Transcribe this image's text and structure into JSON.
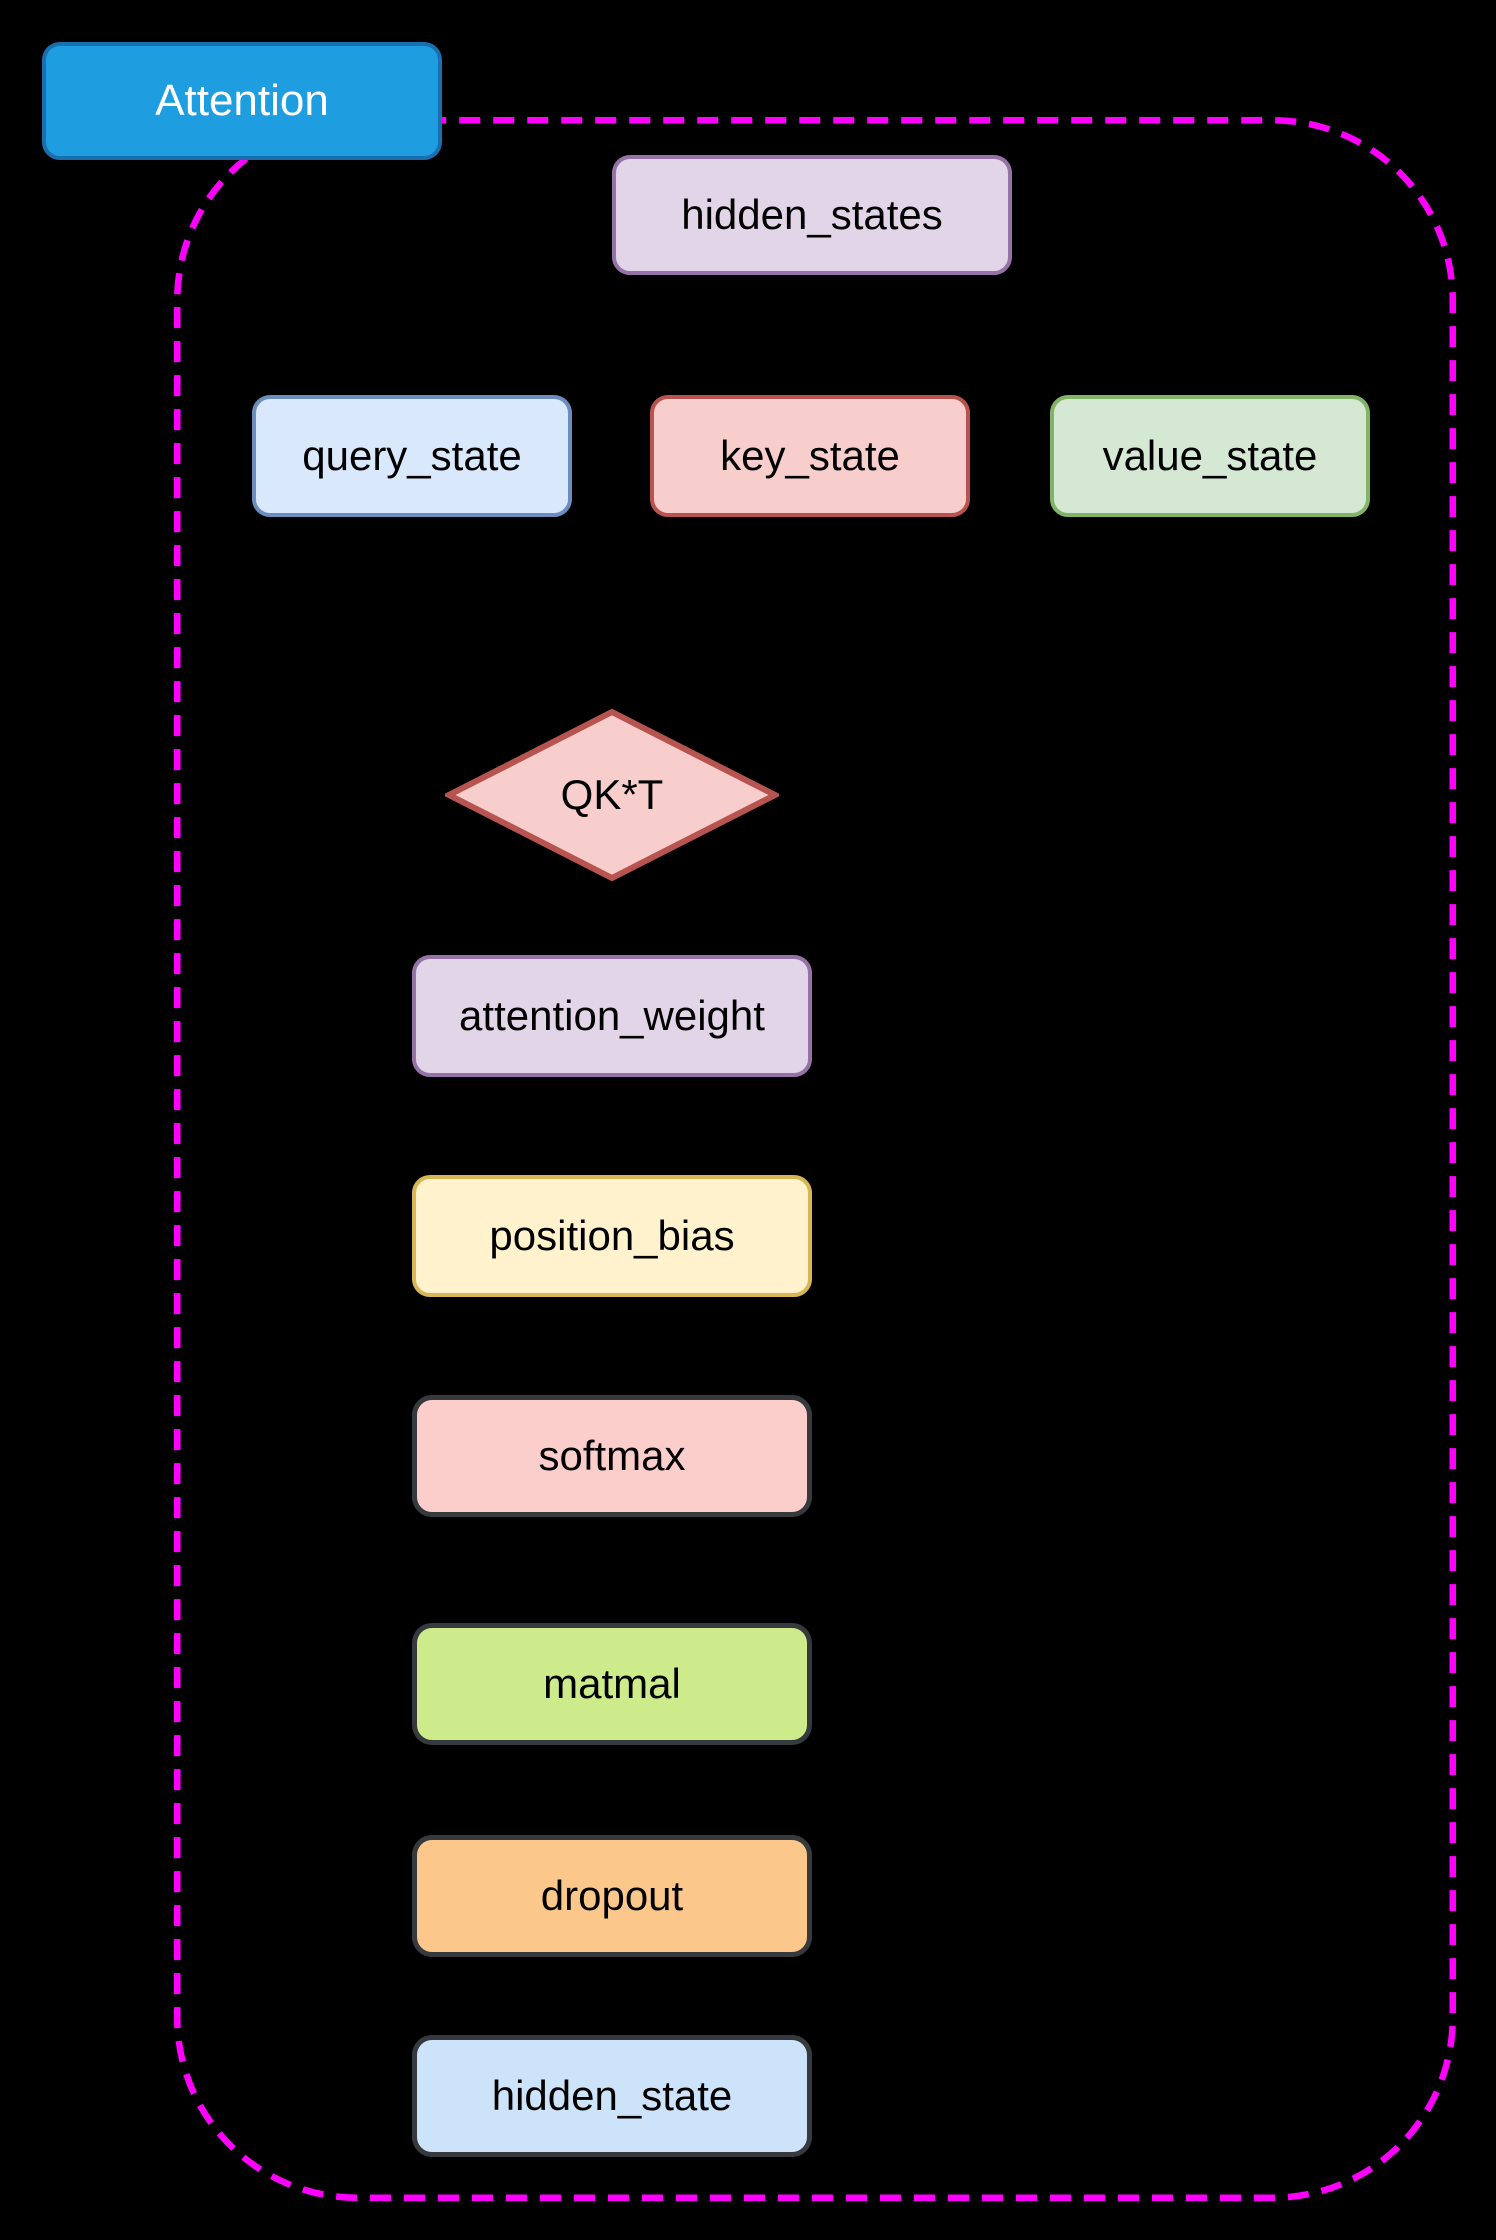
{
  "colors": {
    "canvas-bg": "#000000",
    "boundary": "#ff00ff"
  },
  "nodes": {
    "attention": {
      "label": "Attention",
      "fill": "#1e9ee0",
      "border": "#1a6fae",
      "text": "#ffffff"
    },
    "hidden_states": {
      "label": "hidden_states",
      "fill": "#e1d5e7",
      "border": "#9673a6"
    },
    "query_state": {
      "label": "query_state",
      "fill": "#dae8fc",
      "border": "#6c8ebf"
    },
    "key_state": {
      "label": "key_state",
      "fill": "#f8cecc",
      "border": "#b85450"
    },
    "value_state": {
      "label": "value_state",
      "fill": "#d5e8d4",
      "border": "#82b366"
    },
    "qk_t": {
      "label": "QK*T",
      "fill": "#f8cecc",
      "border": "#b85450"
    },
    "attention_weight": {
      "label": "attention_weight",
      "fill": "#e1d5e7",
      "border": "#9673a6"
    },
    "position_bias": {
      "label": "position_bias",
      "fill": "#fff2cc",
      "border": "#d6b656"
    },
    "softmax": {
      "label": "softmax",
      "fill": "#fccecb",
      "border": "#36393d"
    },
    "matmal": {
      "label": "matmal",
      "fill": "#cdeb8b",
      "border": "#36393d"
    },
    "dropout": {
      "label": "dropout",
      "fill": "#fbc78b",
      "border": "#36393d"
    },
    "hidden_state": {
      "label": "hidden_state",
      "fill": "#cce3fa",
      "border": "#36393d"
    }
  }
}
